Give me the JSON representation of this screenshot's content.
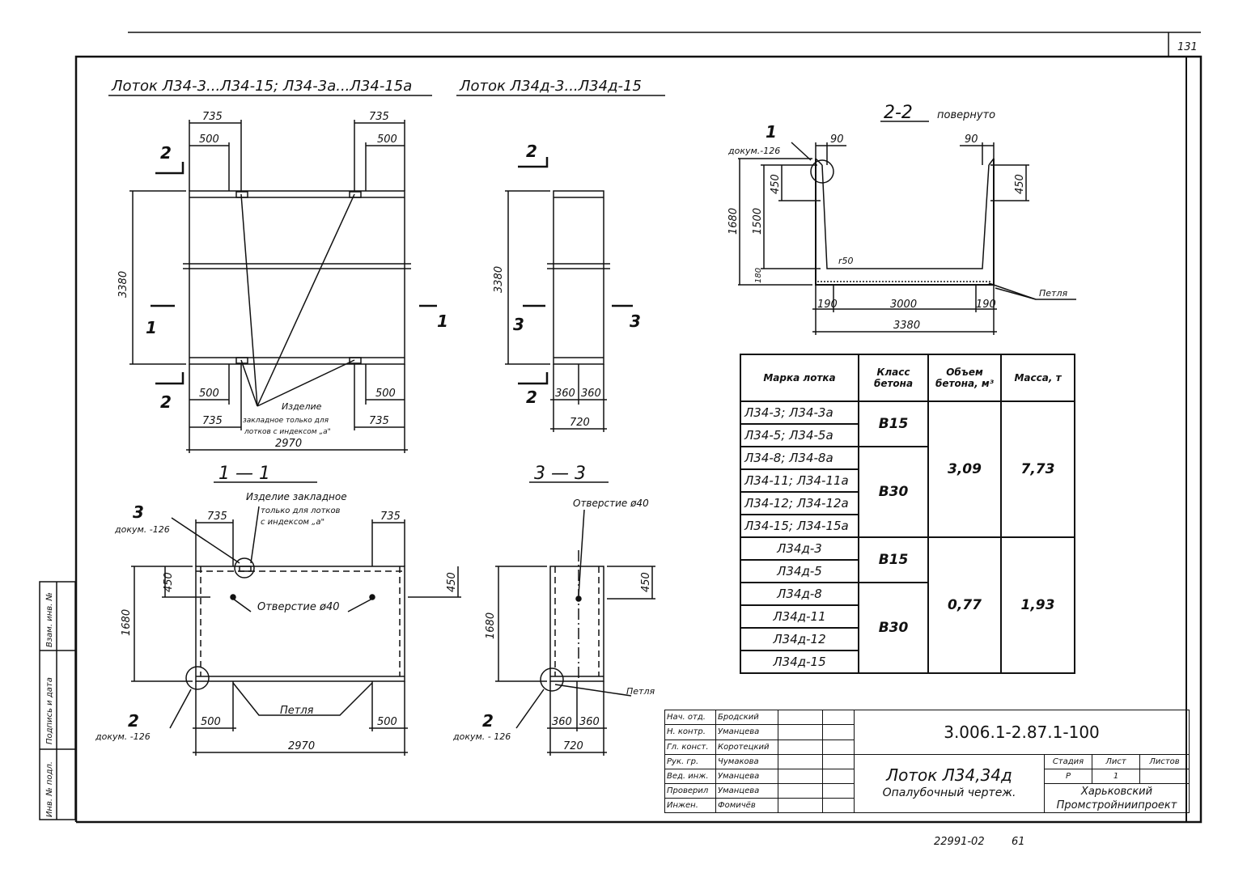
{
  "sheet_number": "131",
  "views": {
    "plan_a_title": "Лоток Л34-3...Л34-15; Л34-3а...Л34-15а",
    "plan_b_title": "Лоток Л34д-3...Л34д-15",
    "section_2_title": "2-2",
    "section_2_note": "повернуто",
    "section_1_title": "1 — 1",
    "section_3_title": "3 — 3"
  },
  "plan_a": {
    "dim_735_tl": "735",
    "dim_500_tl": "500",
    "dim_735_tr": "735",
    "dim_500_tr": "500",
    "dim_3380": "3380",
    "dim_500_bl": "500",
    "dim_500_br": "500",
    "dim_735_bl": "735",
    "dim_735_br": "735",
    "dim_2970": "2970",
    "cut_2": "2",
    "cut_1": "1",
    "note_izdelie": "Изделие",
    "note_embedded": "закладное только для",
    "note_trays": "лотков с индексом „а\""
  },
  "plan_b": {
    "dim_3380": "3380",
    "dim_360_l": "360",
    "dim_360_r": "360",
    "dim_720": "720",
    "cut_2": "2",
    "cut_3": "3"
  },
  "section_2": {
    "callout_num": "1",
    "callout_doc": "докум.-126",
    "dim_90_l": "90",
    "dim_90_r": "90",
    "dim_450_l": "450",
    "dim_450_r": "450",
    "dim_1680": "1680",
    "dim_1500": "1500",
    "dim_180": "180",
    "dim_r50": "r50",
    "dim_190_l": "190",
    "dim_3000": "3000",
    "dim_190_r": "190",
    "dim_3380": "3380",
    "label_loop": "Петля"
  },
  "section_1": {
    "callout_3_num": "3",
    "callout_3_doc": "докум. -126",
    "note_line1": "Изделие закладное",
    "note_line2": "только для лотков",
    "note_line3": "с индексом „а\"",
    "dim_735_l": "735",
    "dim_735_r": "735",
    "dim_450_l": "450",
    "dim_450_r": "450",
    "dim_1680": "1680",
    "label_hole": "Отверстие ø40",
    "label_loop": "Петля",
    "callout_2_num": "2",
    "callout_2_doc": "докум. -126",
    "dim_500_l": "500",
    "dim_500_r": "500",
    "dim_2970": "2970"
  },
  "section_3": {
    "label_hole": "Отверстие ø40",
    "dim_450": "450",
    "dim_1680": "1680",
    "label_loop": "Петля",
    "callout_2_num": "2",
    "callout_2_doc": "докум. - 126",
    "dim_360_l": "360",
    "dim_360_r": "360",
    "dim_720": "720"
  },
  "spec_table": {
    "headers": [
      "Марка лотка",
      "Класс бетона",
      "Объем бетона, м³",
      "Масса, т"
    ],
    "marks": [
      "Л34-3; Л34-3а",
      "Л34-5; Л34-5а",
      "Л34-8; Л34-8а",
      "Л34-11; Л34-11а",
      "Л34-12; Л34-12а",
      "Л34-15; Л34-15а",
      "Л34д-3",
      "Л34д-5",
      "Л34д-8",
      "Л34д-11",
      "Л34д-12",
      "Л34д-15"
    ],
    "class_b15": "В15",
    "class_b30": "В30",
    "class_b15_d": "В15",
    "class_b30_d": "В30",
    "volume_main": "3,09",
    "mass_main": "7,73",
    "volume_d": "0,77",
    "mass_d": "1,93"
  },
  "title_block": {
    "roles": [
      "Нач. отд.",
      "Н. контр.",
      "Гл. конст.",
      "Рук. гр.",
      "Вед. инж.",
      "Проверил",
      "Инжен."
    ],
    "names": [
      "Бродский",
      "Уманцева",
      "Коротецкий",
      "Чумакова",
      "Уманцева",
      "Уманцева",
      "Фомичёв"
    ],
    "doc_code": "3.006.1-2.87.1-100",
    "title_line1": "Лоток Л34,34д",
    "title_line2": "Опалубочный чертеж.",
    "col_stage": "Стадия",
    "col_sheet": "Лист",
    "col_sheets": "Листов",
    "stage": "Р",
    "sheet": "1",
    "org_line1": "Харьковский",
    "org_line2": "Промстройниипроект"
  },
  "side_stamp": [
    "Инв. № подл.",
    "Подпись и дата",
    "Взам. инв. №"
  ],
  "footer": {
    "archive_number": "22991-02",
    "page": "61"
  }
}
